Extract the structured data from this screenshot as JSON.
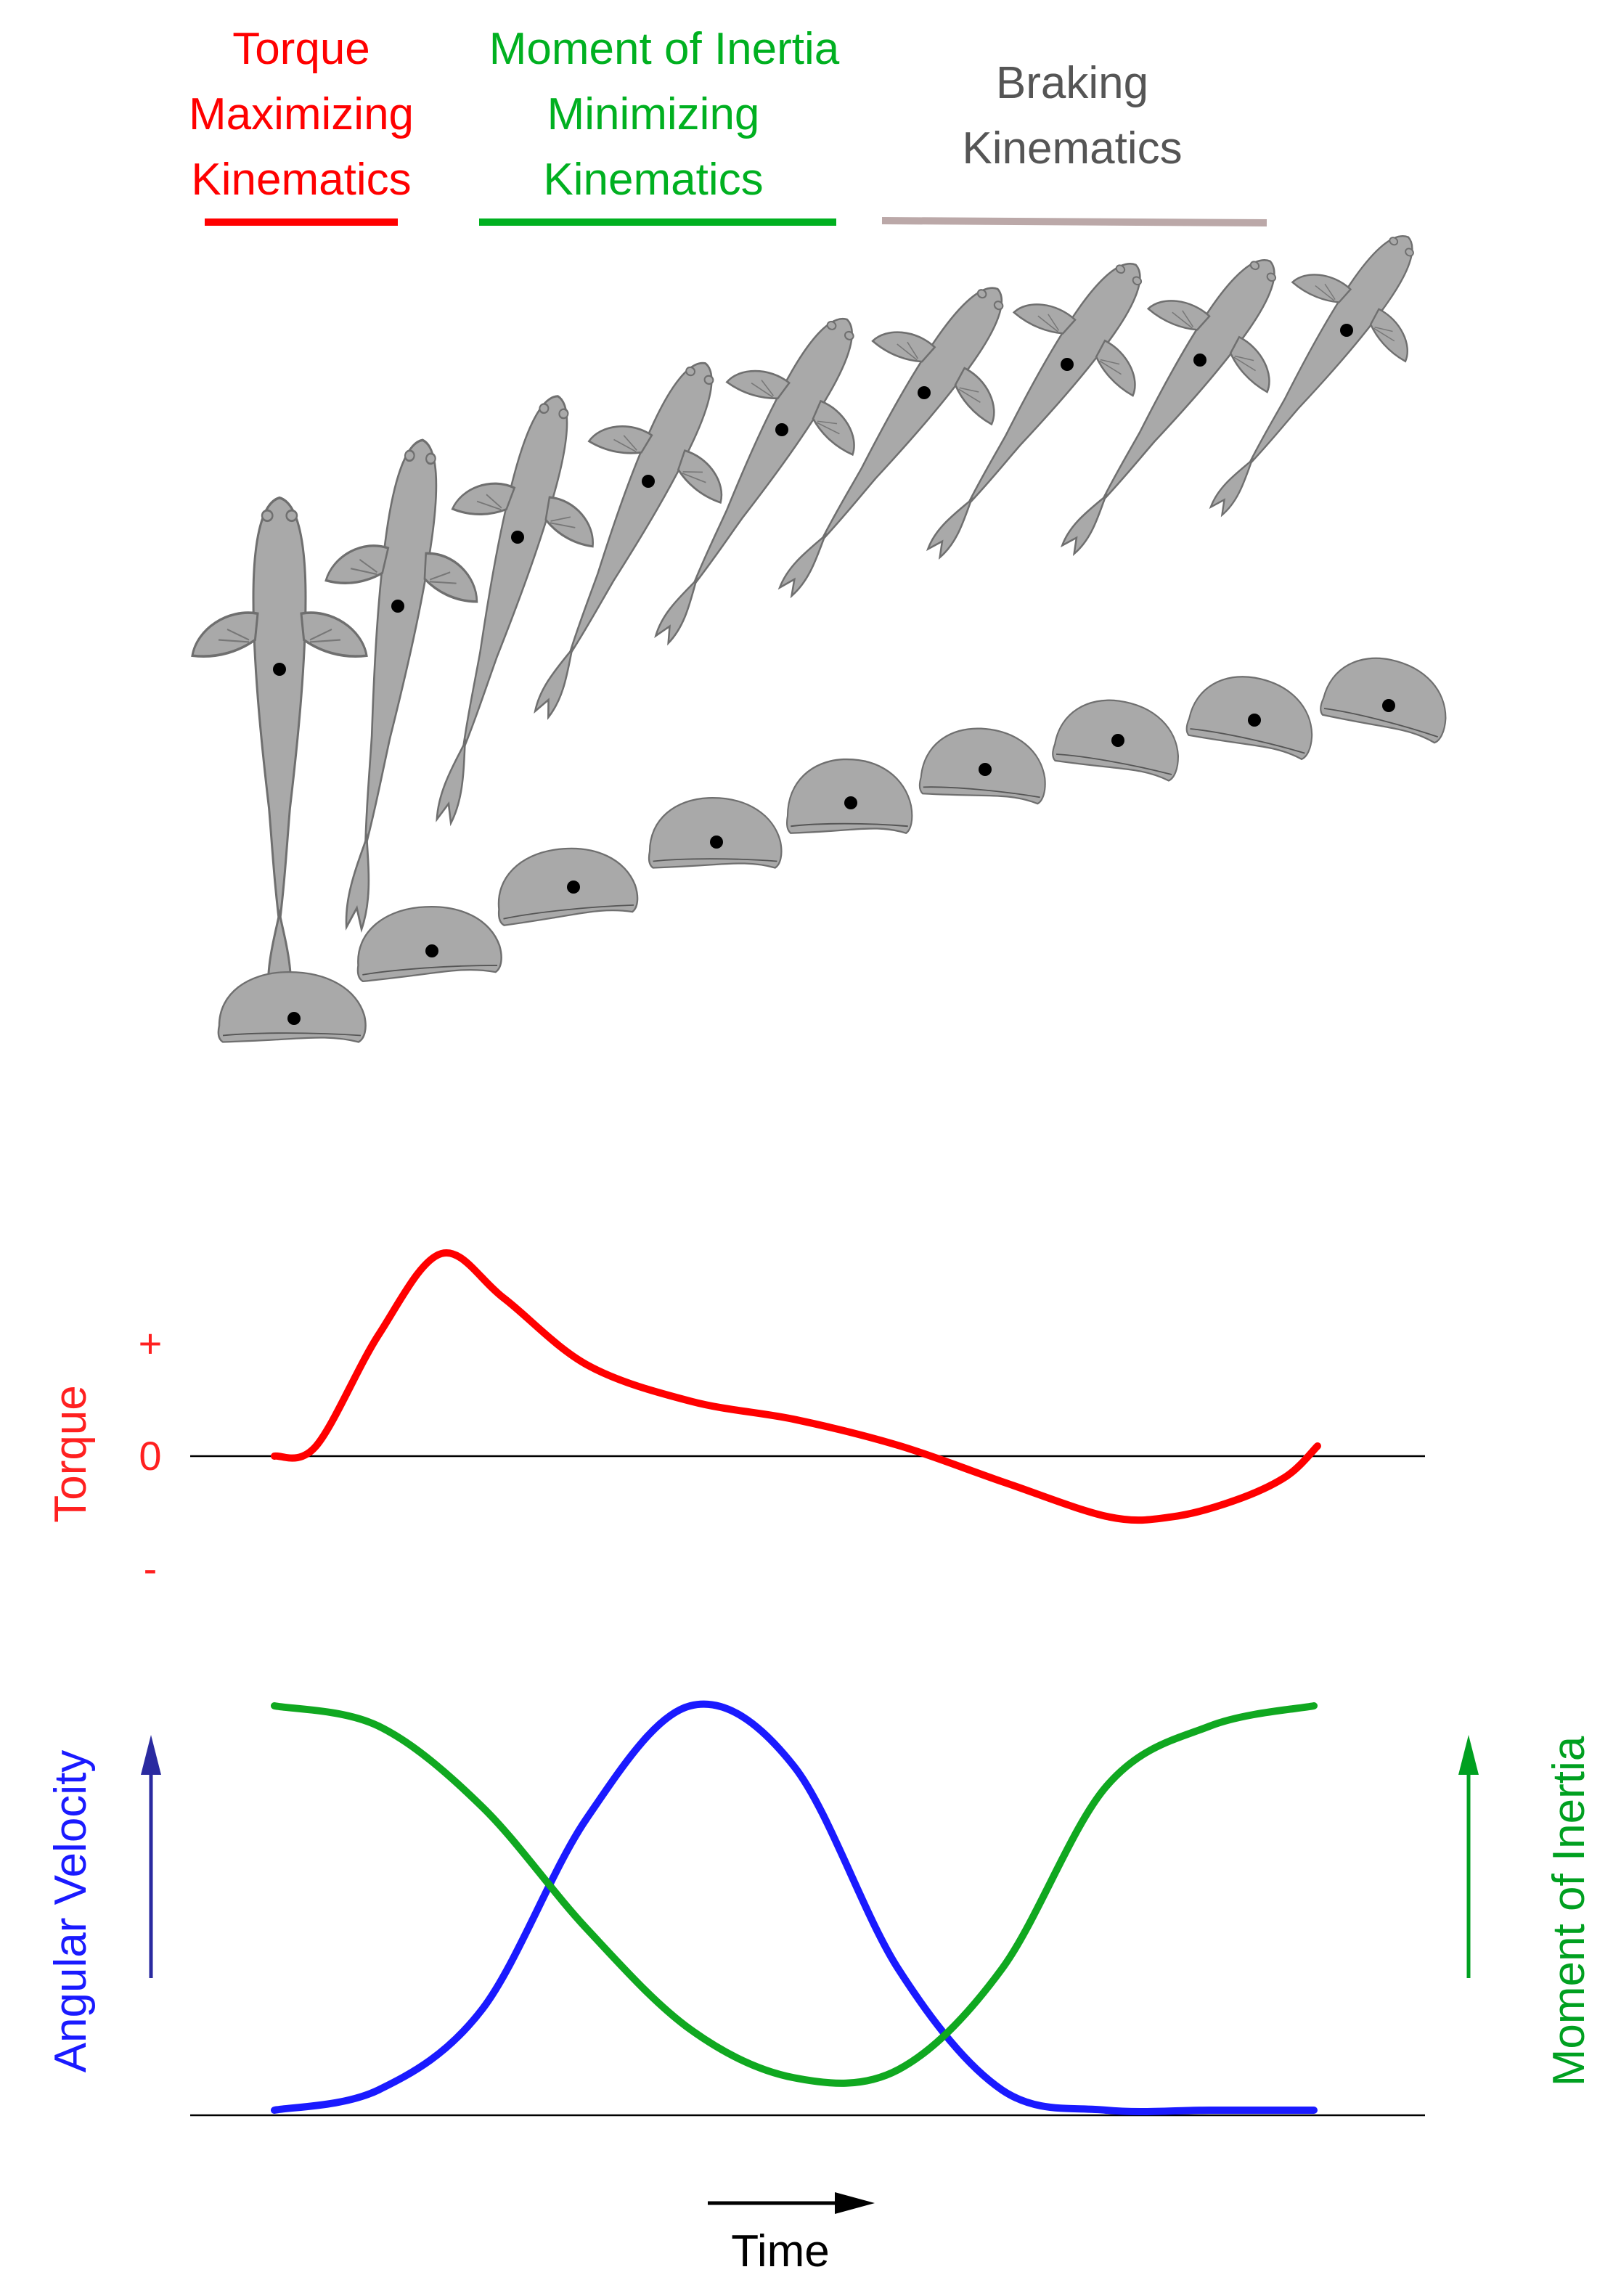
{
  "phases": [
    {
      "lines": [
        "Torque",
        "Maximizing",
        "Kinematics"
      ],
      "color": "#ff0000"
    },
    {
      "lines": [
        "Moment of Inertia",
        "Minimizing",
        "Kinematics"
      ],
      "color": "#00b020"
    },
    {
      "lines": [
        "Braking",
        "Kinematics"
      ],
      "color": "#555555",
      "bar_color": "#bba8a8"
    }
  ],
  "fish": {
    "count": 9,
    "view": "dorsal",
    "body_color": "#a9a9a9",
    "outline_color": "#6f6f6f"
  },
  "fish_lateral": {
    "count": 9,
    "view": "lateral / end-on",
    "body_color": "#a9a9a9"
  },
  "torque_chart": {
    "ylabel": "Torque",
    "ylabel_color": "#ff2020",
    "tick_plus": "+",
    "tick_zero": "0",
    "tick_minus": "-",
    "line_color": "#ff0000",
    "chart_data": {
      "type": "line",
      "x": [
        0,
        0.04,
        0.1,
        0.16,
        0.22,
        0.3,
        0.4,
        0.5,
        0.6,
        0.7,
        0.8,
        0.86,
        0.92,
        0.97,
        1.0
      ],
      "values": [
        0,
        0.05,
        0.6,
        1.0,
        0.78,
        0.45,
        0.27,
        0.18,
        0.05,
        -0.13,
        -0.3,
        -0.3,
        -0.22,
        -0.1,
        0.05
      ],
      "ylim": [
        -0.6,
        1.0
      ]
    }
  },
  "kinematics_chart": {
    "ylabel_left": "Angular Velocity",
    "ylabel_left_color": "#1a1aff",
    "arrow_left_color": "#2a2aa0",
    "ylabel_right": "Moment of Inertia",
    "ylabel_right_color": "#00a020",
    "arrow_right_color": "#00a020",
    "xlabel": "Time",
    "chart_data": {
      "type": "line",
      "x": [
        0,
        0.1,
        0.2,
        0.3,
        0.4,
        0.5,
        0.6,
        0.7,
        0.8,
        0.9,
        1.0
      ],
      "series": [
        {
          "color": "#1a1aff",
          "values": [
            0.0,
            0.05,
            0.25,
            0.72,
            1.0,
            0.85,
            0.35,
            0.05,
            0.0,
            0.0,
            0.0
          ]
        },
        {
          "color": "#10a820",
          "values": [
            1.0,
            0.95,
            0.75,
            0.45,
            0.2,
            0.08,
            0.1,
            0.35,
            0.8,
            0.95,
            1.0
          ]
        }
      ],
      "ylim": [
        0,
        1
      ]
    }
  }
}
